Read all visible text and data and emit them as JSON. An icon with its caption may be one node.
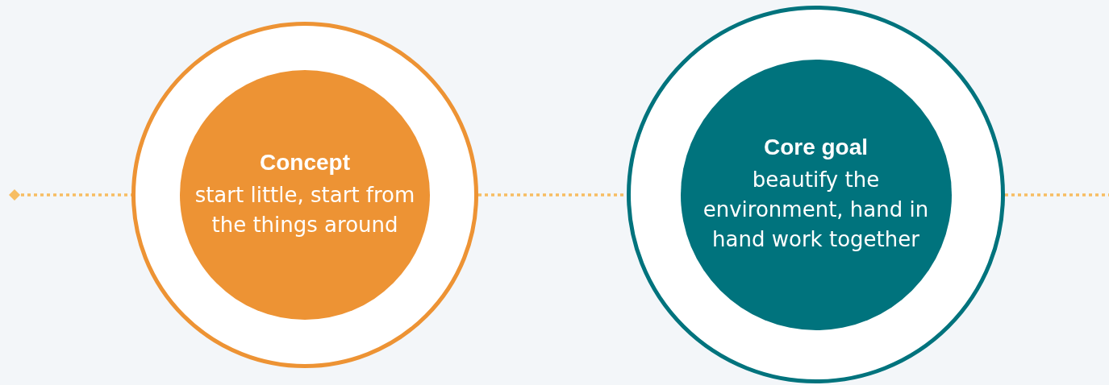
{
  "diagram": {
    "nodes": [
      {
        "text": [],
        "shape": "circle"
      },
      {
        "text": [
          "Concept",
          "start little, start from the things around"
        ],
        "in": 0
      },
      {
        "text": [],
        "shape": "circle"
      },
      {
        "text": [
          "Core goal",
          "beautify the environment, hand in hand work together"
        ],
        "in": 2
      }
    ],
    "edges": [
      {
        "from": null,
        "to": 0,
        "arrow": "other",
        "style": "dashed"
      },
      {
        "from": 0,
        "to": 2,
        "arrow": "none",
        "style": "dashed"
      },
      {
        "from": 2,
        "to": null,
        "arrow": "none",
        "style": "dashed"
      }
    ]
  }
}
